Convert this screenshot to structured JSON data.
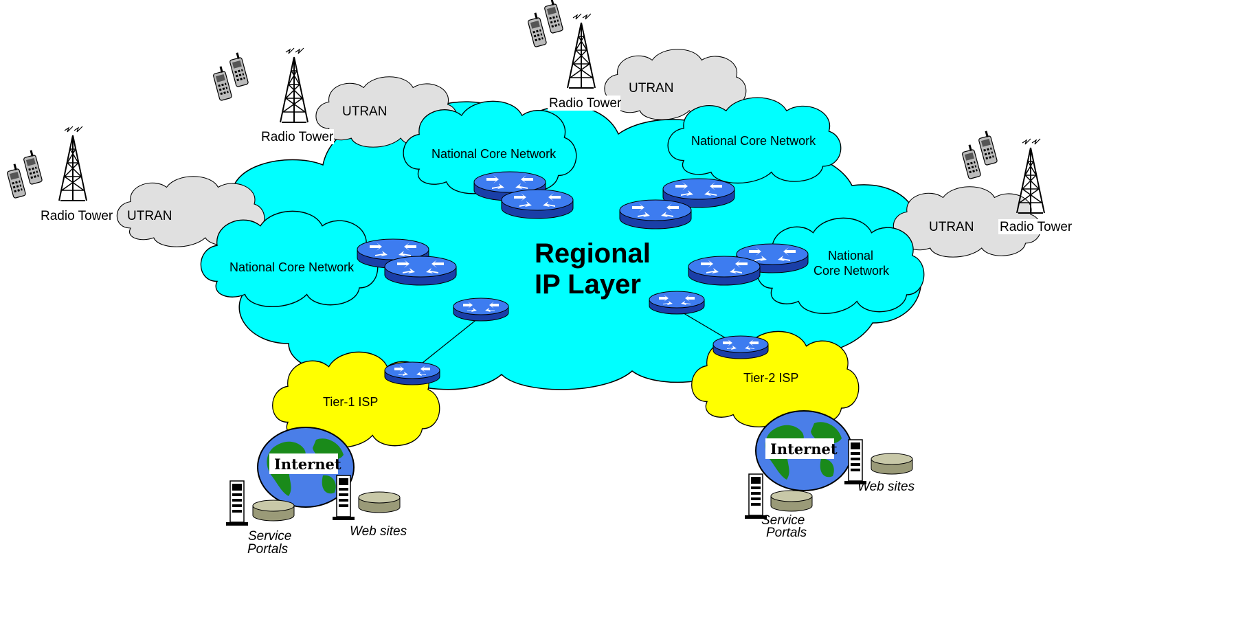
{
  "title": {
    "line1": "Regional",
    "line2": "IP Layer"
  },
  "labels": {
    "radio_tower": "Radio Tower",
    "utran": "UTRAN",
    "national_core": "National Core Network",
    "national": "National",
    "core_network": "Core Network",
    "tier1": "Tier-1 ISP",
    "tier2": "Tier-2 ISP",
    "internet": "Internet",
    "service": "Service",
    "portals": "Portals",
    "web_sites": "Web sites"
  },
  "colors": {
    "ip_layer": "#00ffff",
    "national_core": "#00ffff",
    "utran": "#e0e0e0",
    "isp": "#ffff00",
    "router": "#2a66e0",
    "globe_ocean": "#4a7ee8",
    "globe_land": "#1a8a1a"
  }
}
